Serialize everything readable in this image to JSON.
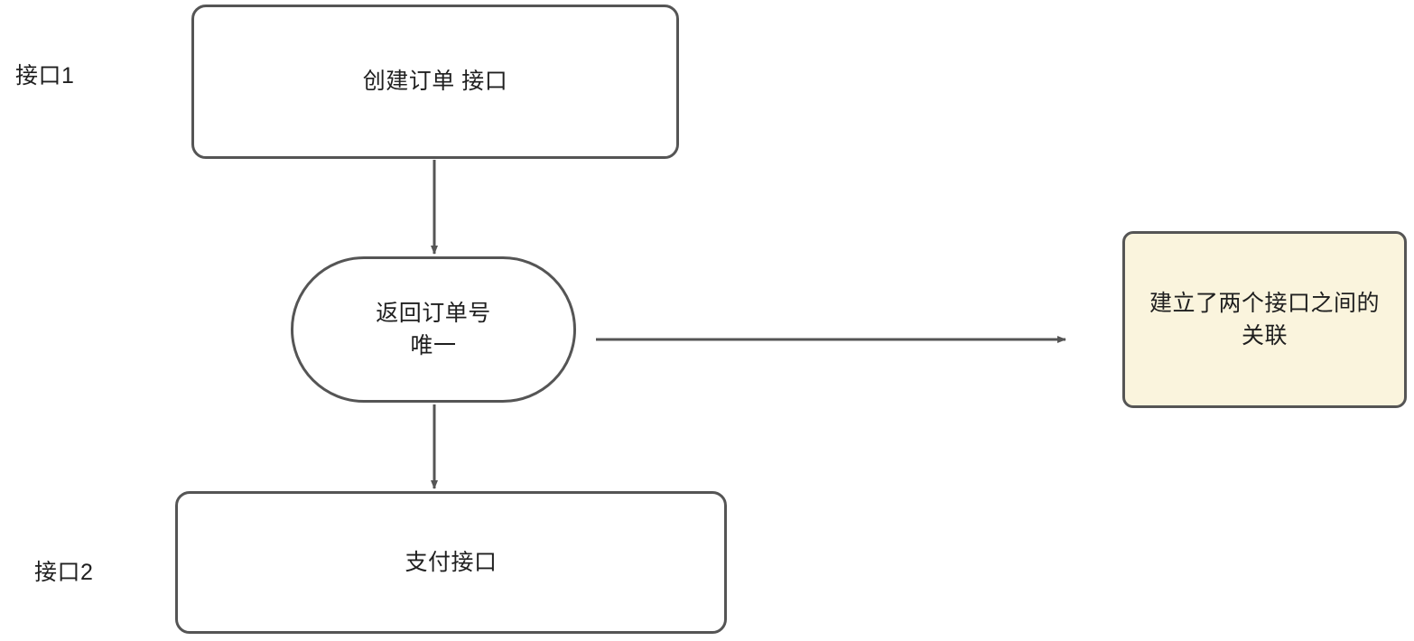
{
  "diagram": {
    "type": "flowchart",
    "background": "#ffffff",
    "stroke_color": "#555555",
    "text_color": "#1f1f1f",
    "note_fill": "#faf4dd",
    "lane_labels": [
      {
        "name": "interface-1",
        "text": "接口1"
      },
      {
        "name": "interface-2",
        "text": "接口2"
      }
    ],
    "nodes": [
      {
        "name": "create-order-api",
        "shape": "rounded-rectangle",
        "text": "创建订单 接口"
      },
      {
        "name": "return-order-number",
        "shape": "stadium",
        "text": "返回订单号\n唯一"
      },
      {
        "name": "payment-api",
        "shape": "rounded-rectangle",
        "text": "支付接口"
      },
      {
        "name": "association-note",
        "shape": "note",
        "text": "建立了两个接口之间的\n关联"
      }
    ],
    "edges": [
      {
        "name": "edge-create-order-to-return",
        "from": "create-order-api",
        "to": "return-order-number",
        "direction": "down",
        "label": ""
      },
      {
        "name": "edge-return-to-payment",
        "from": "return-order-number",
        "to": "payment-api",
        "direction": "down",
        "label": ""
      },
      {
        "name": "edge-return-to-note",
        "from": "return-order-number",
        "to": "association-note",
        "direction": "right",
        "label": ""
      }
    ]
  }
}
